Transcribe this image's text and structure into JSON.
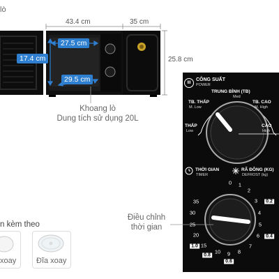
{
  "dimensions": {
    "width_label": "43.4 cm",
    "depth_label": "35 cm",
    "height_label": "25.8 cm",
    "cavity_width_label": "27.5 cm",
    "cavity_height_label": "17.4 cm",
    "cavity_depth_label": "29.5 cm",
    "cavity_caption_line1": "Khoang lò",
    "cavity_caption_line2": "Dung tích sử dụng 20L",
    "partial_top_text": "lò"
  },
  "power_panel": {
    "roman": "III",
    "title": "CÔNG SUẤT",
    "subtitle": "POWER",
    "med_label": "TRUNG BÌNH (TB)",
    "med_sub": "Med",
    "mlow_label": "TB. THẤP",
    "mlow_sub": "M. Low",
    "mhigh_label": "TB. CAO",
    "mhigh_sub": "M. High",
    "low_label": "THẤP",
    "low_sub": "Low",
    "high_label": "CAO",
    "high_sub": "High"
  },
  "timer_panel": {
    "timer_label": "THỜI GIAN",
    "timer_sub": "TIMER",
    "defrost_label": "RÃ ĐÔNG (KG)",
    "defrost_sub": "DEFROST (kg)",
    "timer_numbers": [
      "0",
      "1",
      "2",
      "3",
      "4",
      "5",
      "6",
      "7",
      "8",
      "9",
      "10",
      "15",
      "20",
      "25",
      "30",
      "35"
    ],
    "defrost_values": [
      "0.2",
      "0.4",
      "0.6",
      "0.8",
      "1.0"
    ]
  },
  "timer_callout": {
    "line1": "Điều chỉnh",
    "line2": "thời gian"
  },
  "accessories": {
    "heading": "n kèm theo",
    "item1_caption": "xoay",
    "item2_caption": "Đĩa xoay"
  },
  "colors": {
    "accent": "#2f7fd0",
    "panel": "#0b0b0b",
    "gold": "#c9a227"
  }
}
